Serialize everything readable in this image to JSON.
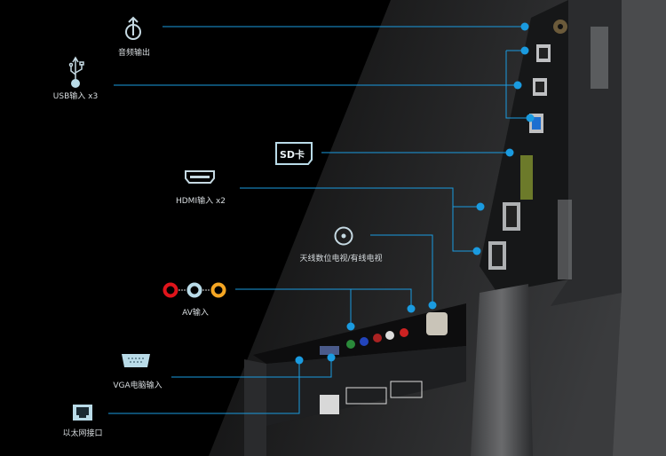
{
  "ports": [
    {
      "id": "audio-out",
      "label": "音频输出",
      "icon": "audio-out-icon"
    },
    {
      "id": "usb",
      "label": "USB输入 x3",
      "icon": "usb-icon"
    },
    {
      "id": "sd",
      "label": "SD卡",
      "icon": "sd-card-icon"
    },
    {
      "id": "hdmi",
      "label": "HDMI输入 x2",
      "icon": "hdmi-icon"
    },
    {
      "id": "antenna",
      "label": "天线数位电视/有线电视",
      "icon": "antenna-icon"
    },
    {
      "id": "av",
      "label": "AV输入",
      "icon": "av-rca-icon"
    },
    {
      "id": "vga",
      "label": "VGA电脑输入",
      "icon": "vga-icon"
    },
    {
      "id": "ethernet",
      "label": "以太网接口",
      "icon": "ethernet-icon"
    }
  ],
  "colors": {
    "accent": "#1a9be0",
    "background": "#000000",
    "icon": "#b9dbe8",
    "av_red": "#e0141b",
    "av_white": "#b9dbe8",
    "av_yellow": "#f5a623"
  }
}
